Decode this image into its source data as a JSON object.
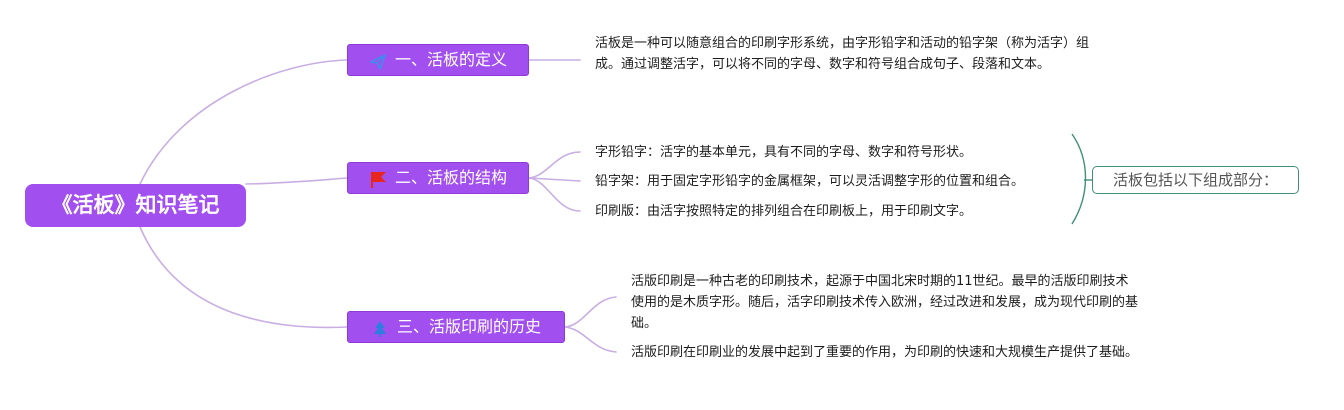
{
  "root": {
    "label": "《活板》知识笔记"
  },
  "topics": [
    {
      "label": "一、活板的定义",
      "icon": "paper-plane-icon",
      "notes": [
        "活板是一种可以随意组合的印刷字形系统，由字形铅字和活动的铅字架（称为活字）组成。通过调整活字，可以将不同的字母、数字和符号组合成句子、段落和文本。"
      ]
    },
    {
      "label": "二、活板的结构",
      "icon": "flag-icon",
      "notes": [
        "字形铅字：活字的基本单元，具有不同的字母、数字和符号形状。",
        "铅字架：用于固定字形铅字的金属框架，可以灵活调整字形的位置和组合。",
        "印刷版：由活字按照特定的排列组合在印刷板上，用于印刷文字。"
      ],
      "summary": "活板包括以下组成部分："
    },
    {
      "label": "三、活版印刷的历史",
      "icon": "tree-icon",
      "notes": [
        "活版印刷是一种古老的印刷技术，起源于中国北宋时期的11世纪。最早的活版印刷技术使用的是木质字形。随后，活字印刷技术传入欧洲，经过改进和发展，成为现代印刷的基础。",
        "活版印刷在印刷业的发展中起到了重要的作用，为印刷的快速和大规模生产提供了基础。"
      ]
    }
  ],
  "colors": {
    "topic_fill": "#a24ff0",
    "branch_line": "#c9aee3",
    "summary_border": "#3f9079",
    "flag": "#e8251e",
    "plane": "#3b8ef0",
    "tree": "#2f7de1"
  }
}
